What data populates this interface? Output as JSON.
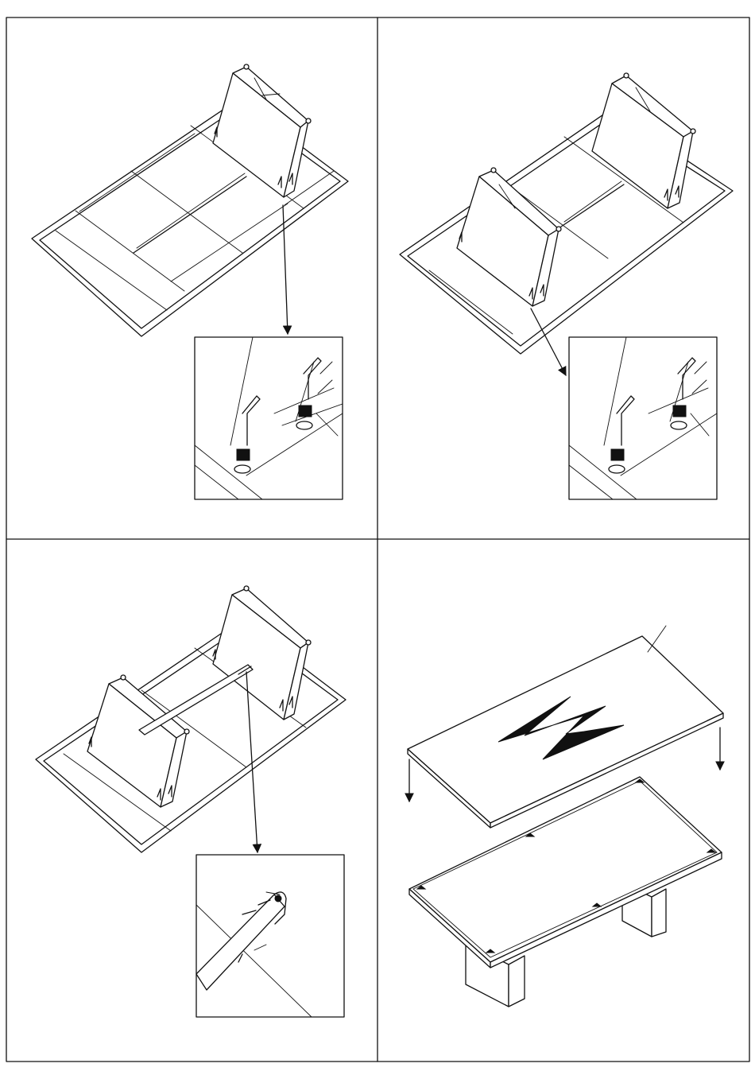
{
  "document": {
    "kind": "assembly-instruction-sheet",
    "panels": [
      {
        "id": "step-frame-raise-first-leg",
        "icons": [
          "frame-icon",
          "leg-panel-icon",
          "detail-inset-icon",
          "arrow-down-icon"
        ]
      },
      {
        "id": "step-frame-raise-second-leg",
        "icons": [
          "frame-icon",
          "leg-panel-icon",
          "detail-inset-icon"
        ]
      },
      {
        "id": "step-attach-crossbar",
        "icons": [
          "frame-icon",
          "crossbar-icon",
          "detail-inset-icon",
          "arrow-down-icon"
        ]
      },
      {
        "id": "step-place-tabletop",
        "icons": [
          "tabletop-icon",
          "lightning-icon",
          "table-base-icon",
          "arrow-down-icon"
        ]
      }
    ]
  },
  "colors": {
    "line": "#111111",
    "paper": "#ffffff"
  }
}
